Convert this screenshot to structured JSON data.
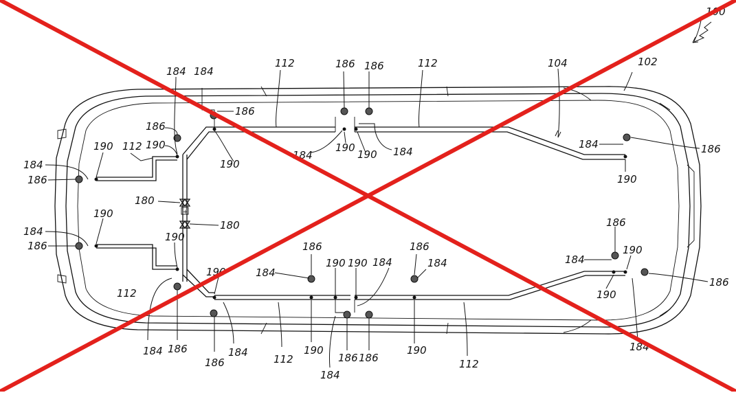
{
  "figure_number": "100",
  "labels": {
    "vehicle": "102",
    "harness": "104",
    "conduit": "112",
    "connector": "180",
    "junction": "184",
    "sensor": "186",
    "node": "190"
  },
  "colors": {
    "drawing_ink": "#111111",
    "sensor_fill": "#555555",
    "crossout_red": "#e3211c",
    "background": "#ffffff"
  },
  "overlay": "crossed-out with two red diagonal lines"
}
